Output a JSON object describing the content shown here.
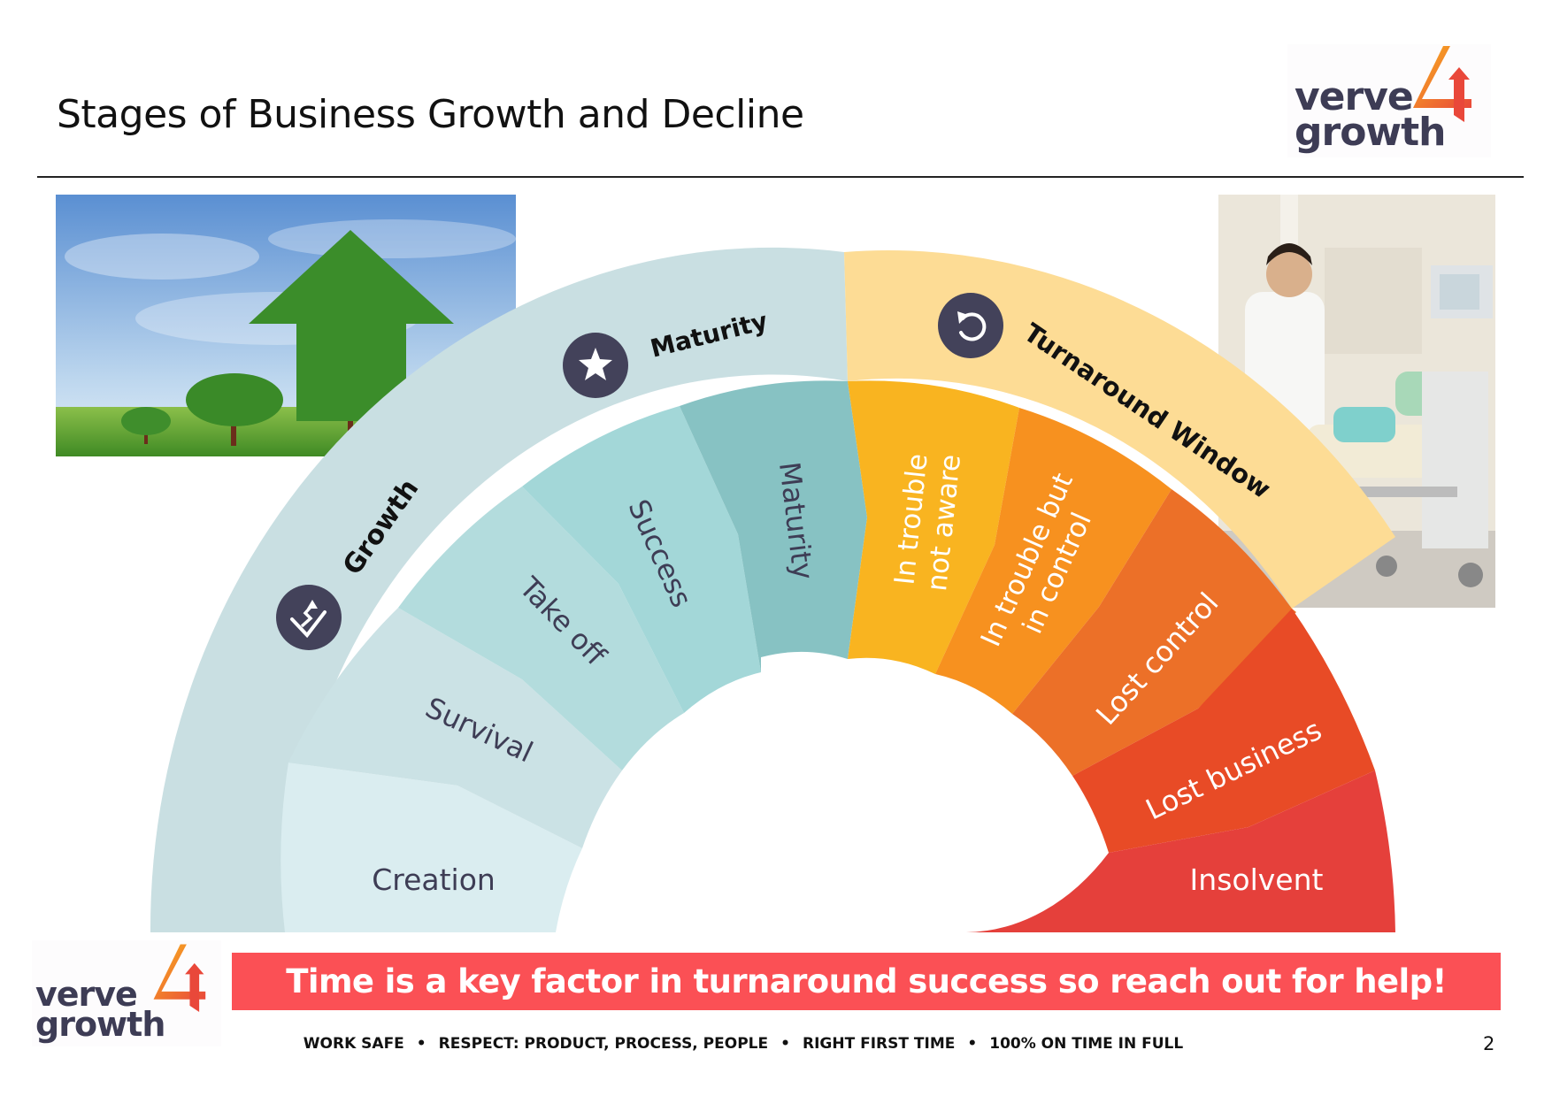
{
  "slide": {
    "title": "Stages of Business Growth and Decline",
    "page_number": "2"
  },
  "logo": {
    "line1": "verve",
    "line2": "growth",
    "mark": "4"
  },
  "images": {
    "left": "growth-trees-arrow-photo",
    "right": "hospital-icu-doctor-photo"
  },
  "diagram": {
    "phases": [
      {
        "label": "Growth",
        "icon": "growth-chart-icon"
      },
      {
        "label": "Maturity",
        "icon": "star-icon"
      },
      {
        "label": "Turnaround Window",
        "icon": "turnaround-arrow-icon"
      }
    ],
    "stages": [
      {
        "label": "Creation",
        "color": "#daedf0"
      },
      {
        "label": "Survival",
        "color": "#cbe2e5"
      },
      {
        "label": "Take off",
        "color": "#b3dcdd"
      },
      {
        "label": "Success",
        "color": "#a3d7d8"
      },
      {
        "label": "Maturity",
        "color": "#87c2c3"
      },
      {
        "label": "In trouble",
        "label2": "not aware",
        "color": "#f9b420"
      },
      {
        "label": "In trouble but",
        "label2": "in control",
        "color": "#f7911f"
      },
      {
        "label": "Lost control",
        "color": "#ec7028"
      },
      {
        "label": "Lost business",
        "color": "#e84b26"
      },
      {
        "label": "Insolvent",
        "color": "#e5403b"
      }
    ],
    "band_colors": {
      "growth_maturity": "#c9dfe2",
      "turnaround": "#fddc95",
      "icon_circle": "#43425a"
    }
  },
  "banner": {
    "text": "Time is a key factor in turnaround success so reach out for help!",
    "color": "#fb5055"
  },
  "footer": {
    "values": [
      "WORK SAFE",
      "RESPECT: PRODUCT, PROCESS, PEOPLE",
      "RIGHT FIRST TIME",
      "100% ON TIME IN FULL"
    ],
    "separator": "•"
  }
}
